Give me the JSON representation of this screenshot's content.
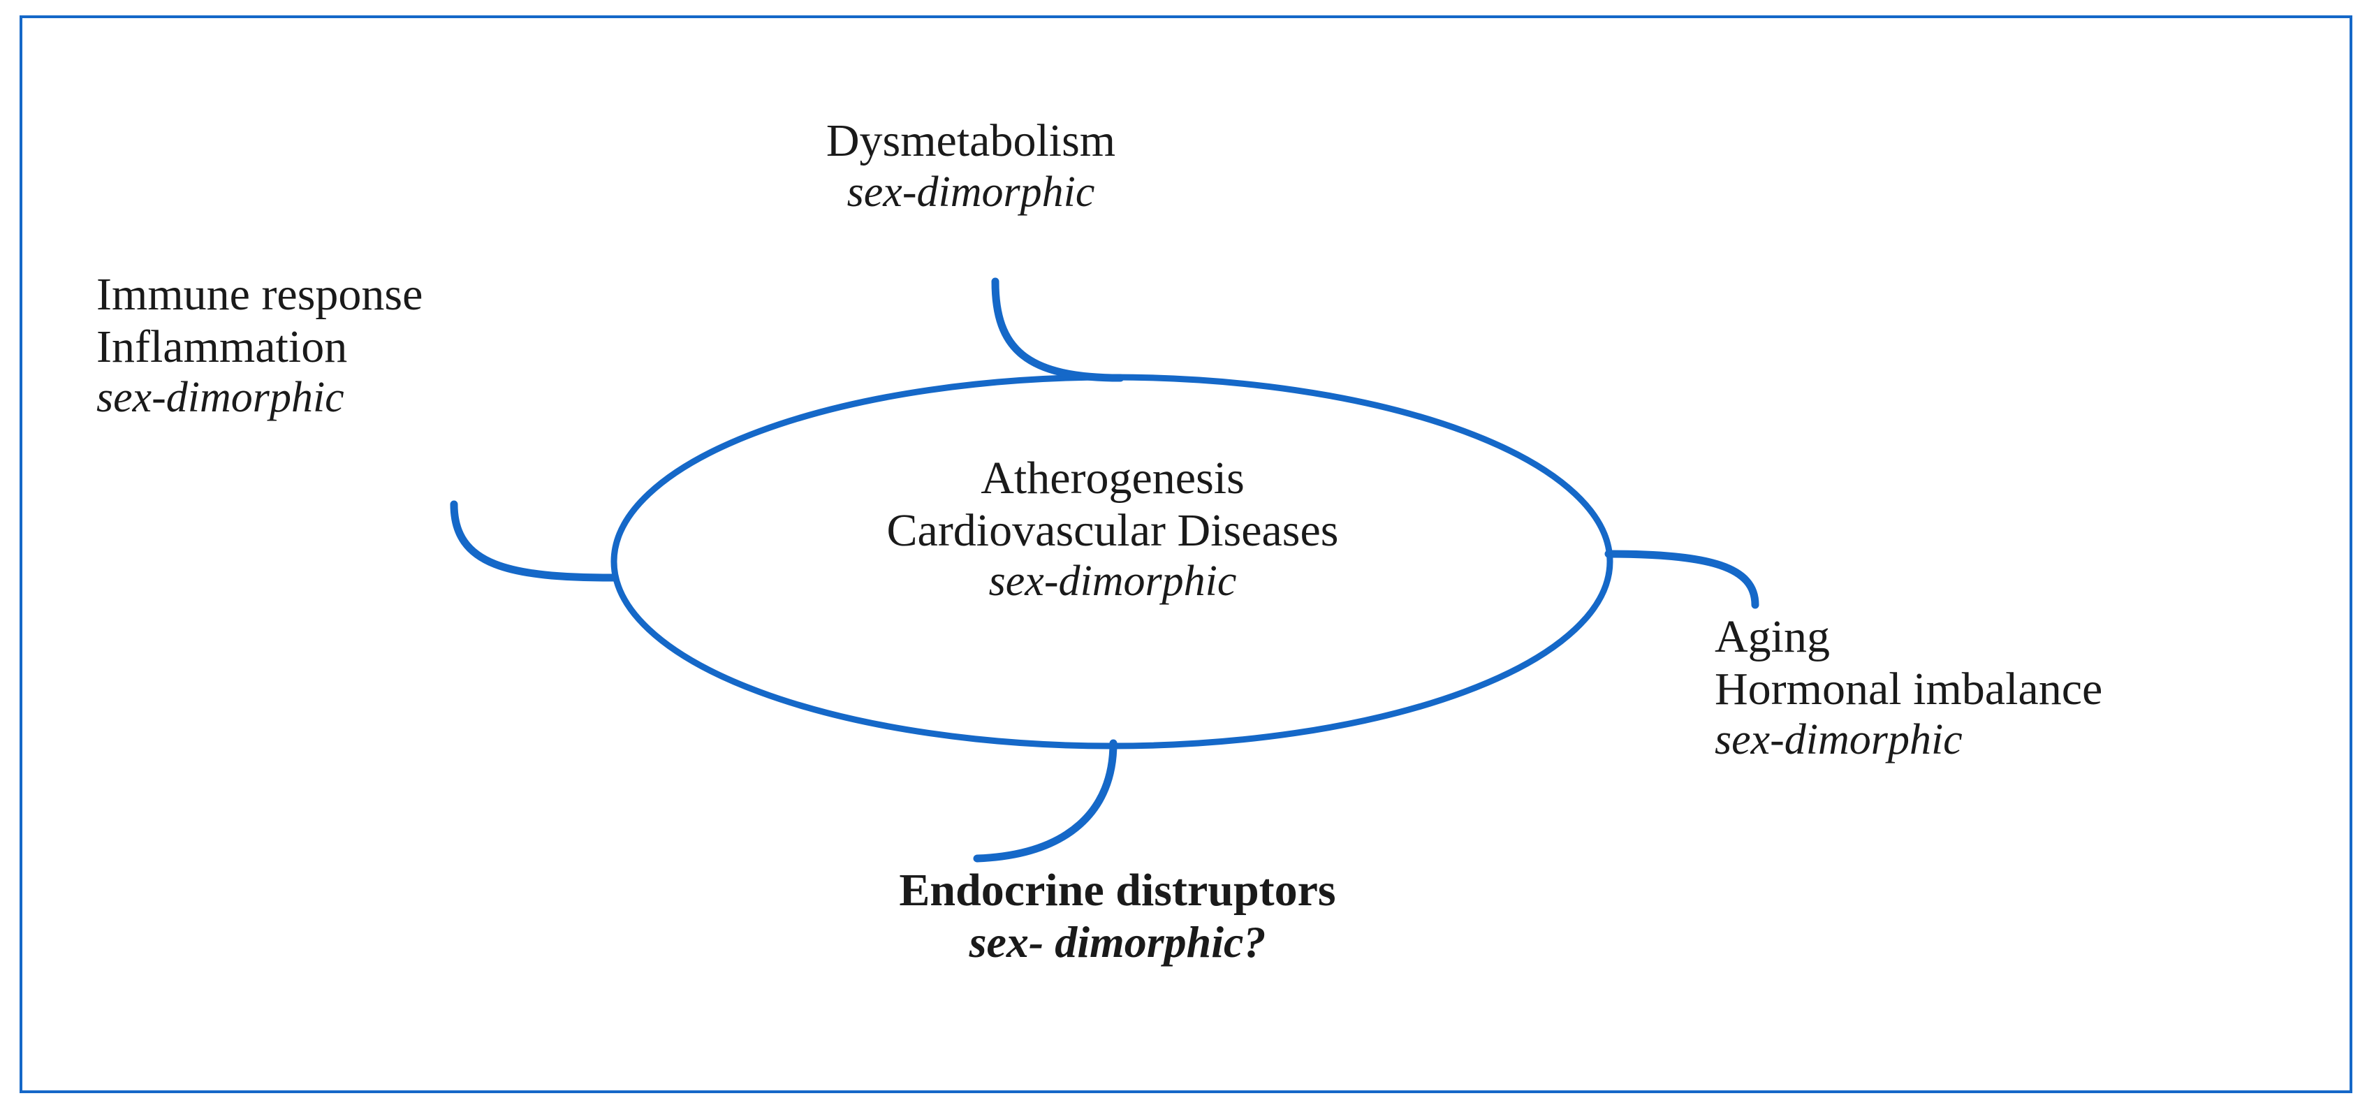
{
  "figure": {
    "type": "concept-diagram",
    "frame_color": "#1568c8",
    "stroke_color": "#1568c8",
    "text_color": "#1a1a1a"
  },
  "center": {
    "line1": "Atherogenesis",
    "line2": "Cardiovascular Diseases",
    "line3": "sex-dimorphic"
  },
  "top": {
    "line1": "Dysmetabolism",
    "line2": "sex-dimorphic"
  },
  "left": {
    "line1": "Immune response",
    "line2": "Inflammation",
    "line3": "sex-dimorphic"
  },
  "right": {
    "line1": "Aging",
    "line2": "Hormonal imbalance",
    "line3": "sex-dimorphic"
  },
  "bottom": {
    "line1": "Endocrine distruptors",
    "line2": "sex- dimorphic?"
  }
}
